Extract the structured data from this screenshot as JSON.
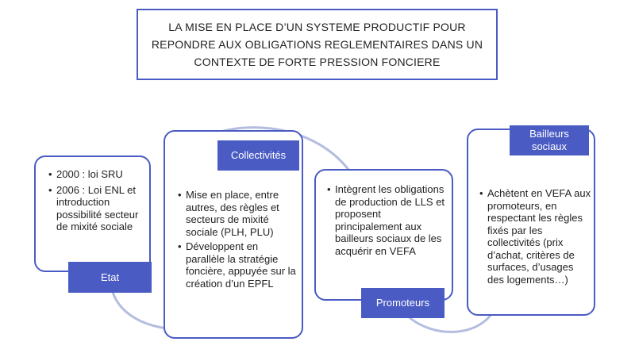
{
  "title": "LA MISE EN PLACE  D’UN SYSTEME PRODUCTIF POUR\nREPONDRE AUX OBLIGATIONS REGLEMENTAIRES DANS UN\nCONTEXTE DE FORTE PRESSION FONCIERE",
  "panels": [
    {
      "label": "Etat",
      "items": [
        "2000 : loi SRU",
        "2006 : Loi ENL et introduction possibilité secteur de mixité sociale"
      ]
    },
    {
      "label": "Collectivités",
      "items": [
        "Mise en place, entre autres, des règles et secteurs de mixité sociale (PLH, PLU)",
        "Développent en parallèle la stratégie foncière, appuyée sur la création d’un EPFL"
      ]
    },
    {
      "label": "Promoteurs",
      "items": [
        "Intègrent les obligations de production de LLS et proposent principalement aux bailleurs sociaux de les acquérir en VEFA"
      ]
    },
    {
      "label": "Bailleurs sociaux",
      "items": [
        "Achètent en VEFA aux promoteurs, en respectant les règles fixés par les collectivités (prix d’achat, critères de surfaces, d’usages des logements…)"
      ]
    }
  ],
  "colors": {
    "accent": "#4a5bc4",
    "connector": "#b4bddf",
    "text": "#222222"
  }
}
